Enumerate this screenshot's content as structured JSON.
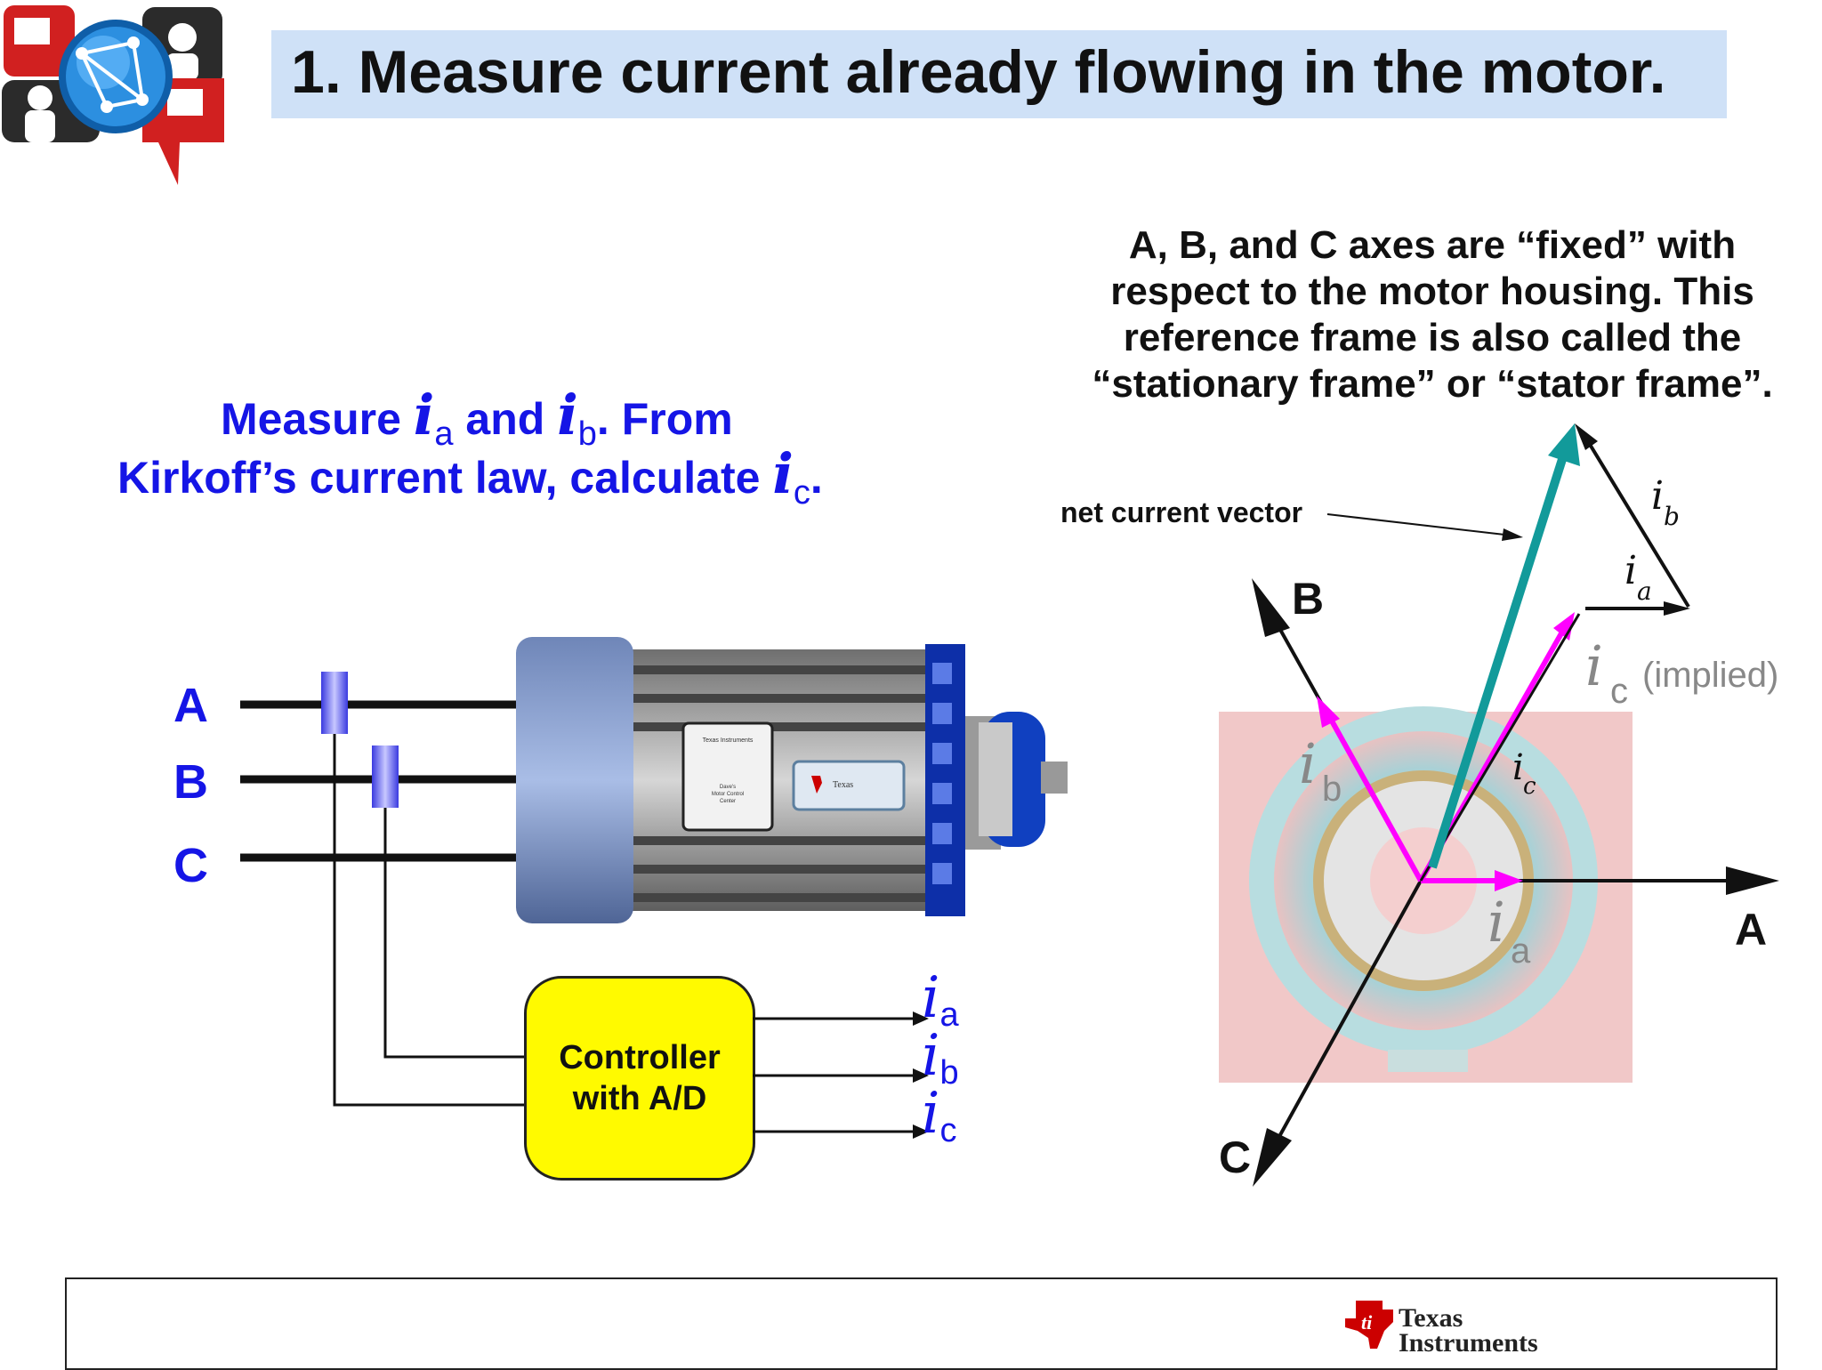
{
  "title": "1.  Measure current already flowing in the motor.",
  "statement": {
    "line1_measure": "Measure",
    "line1_and": "and",
    "line1_from": ". From",
    "line2_prefix": "Kirkoff’s current law, calculate",
    "line2_suffix": ".",
    "var_symbol": "i",
    "sub_a": "a",
    "sub_b": "b",
    "sub_c": "c"
  },
  "phases": [
    "A",
    "B",
    "C"
  ],
  "controller": {
    "line1": "Controller",
    "line2": "with A/D"
  },
  "outputs": [
    {
      "symbol": "i",
      "sub": "a"
    },
    {
      "symbol": "i",
      "sub": "b"
    },
    {
      "symbol": "i",
      "sub": "c"
    }
  ],
  "axes_note": [
    "A, B, and C axes are “fixed” with",
    "respect to the motor housing.  This",
    "reference frame is also called the",
    "“stationary frame” or “stator frame”."
  ],
  "vector_diagram": {
    "net_label": "net current vector",
    "axis_labels": {
      "a": "A",
      "b": "B",
      "c": "C"
    },
    "ic_implied": "(implied)",
    "symbol": "i",
    "sub_a": "a",
    "sub_b": "b",
    "sub_c": "c"
  },
  "motor_label": {
    "line1": "Texas Instruments",
    "line2": "Dave's",
    "line3": "Motor Control",
    "line4": "Center"
  },
  "footer": {
    "brand_line1": "Texas",
    "brand_line2": "Instruments"
  },
  "colors": {
    "title_bg": "#cfe1f7",
    "statement_blue": "#1515e6",
    "controller_fill": "#fffa00",
    "vector_magenta": "#ff00ff",
    "net_vector_teal": "#129a9a",
    "ti_red": "#cc0000"
  }
}
